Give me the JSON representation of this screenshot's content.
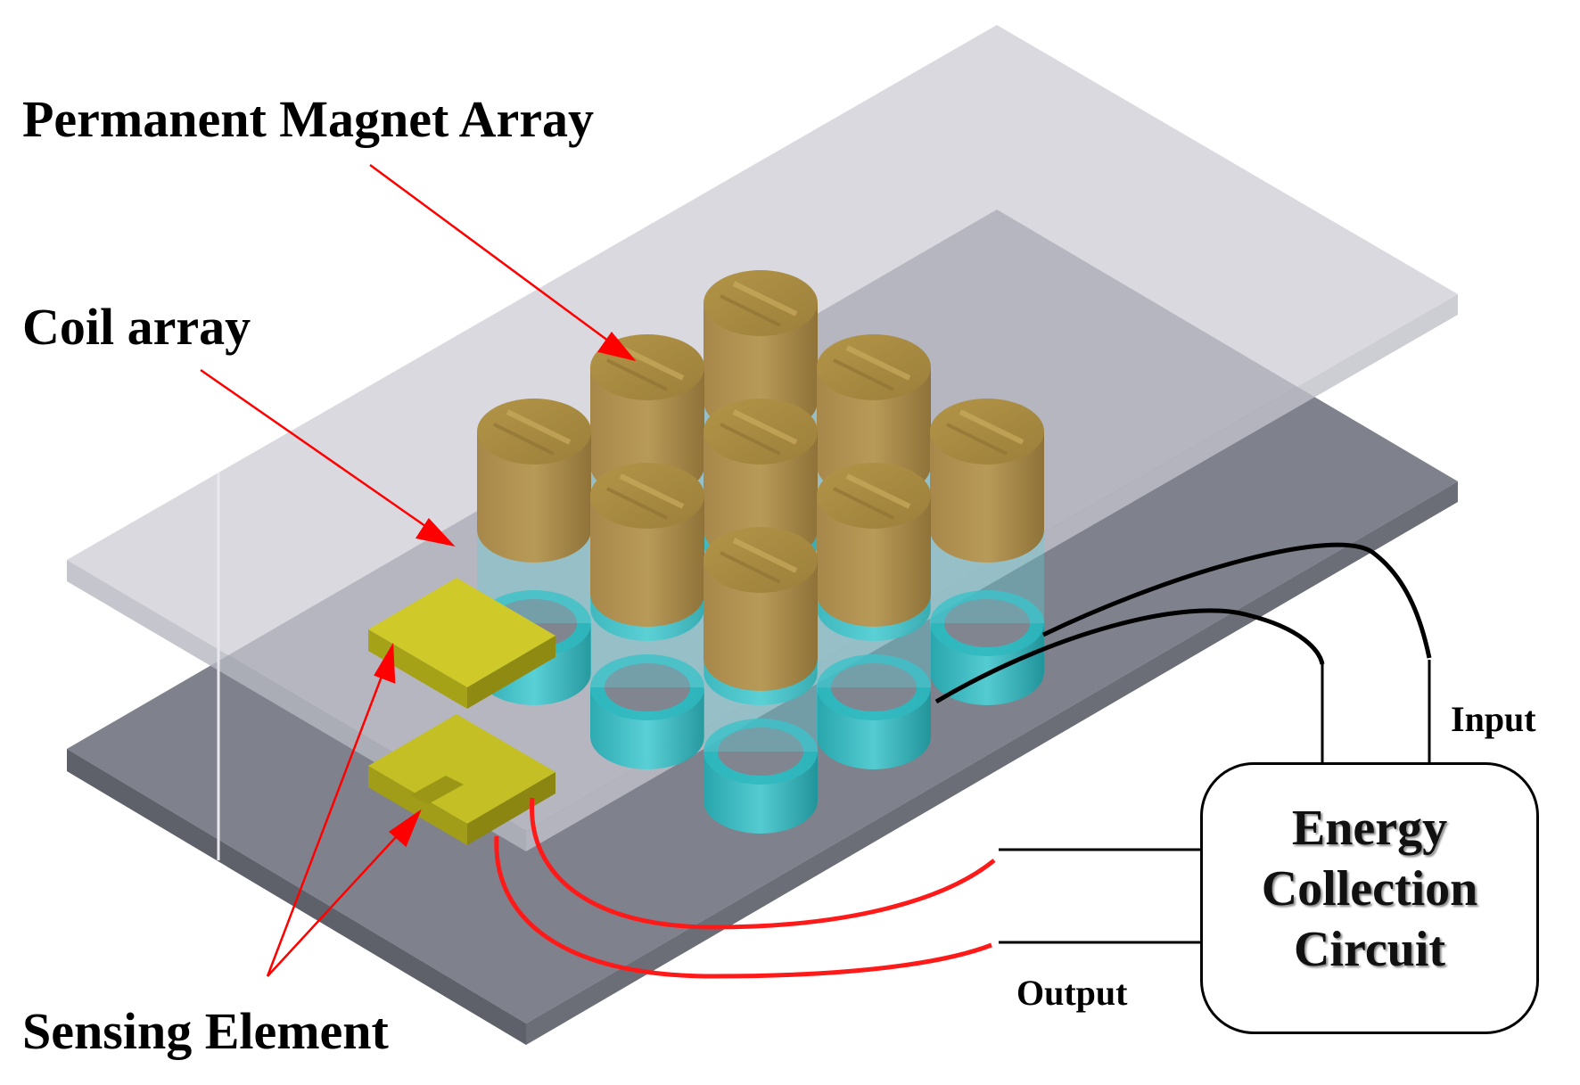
{
  "labels": {
    "magnet_array": "Permanent  Magnet Array",
    "coil_array": "Coil array",
    "sensing_element": "Sensing Element",
    "input": "Input",
    "output": "Output"
  },
  "circuit": {
    "lines": [
      "Energy",
      "Collection",
      "Circuit"
    ]
  },
  "colors": {
    "base_plate": "#7d8089",
    "top_plate": "#c4c5cd",
    "magnet": "#a88a4a",
    "coil": "#3fc3c9",
    "sensor": "#b5b21c",
    "leader": "#ff0000",
    "output_wire": "#ff1a1a",
    "input_wire": "#000000"
  }
}
